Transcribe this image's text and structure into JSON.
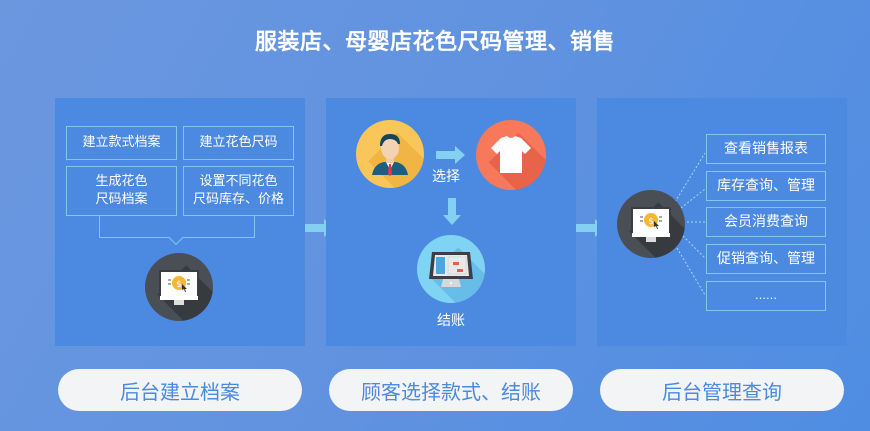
{
  "title": "服装店、母婴店花色尺码管理、销售",
  "colors": {
    "panel": "#4c89e1",
    "border": "#85c4ef",
    "arrow": "#83d0f2",
    "pill_bg": "#f3f4f6",
    "pill_text": "#4a8ae0"
  },
  "panel1": {
    "boxes": [
      {
        "label": "建立款式档案"
      },
      {
        "label": "建立花色尺码"
      },
      {
        "label": "生成花色\n尺码档案"
      },
      {
        "label": "设置不同花色\n尺码库存、价格"
      }
    ],
    "icon": "computer-coin-icon",
    "footer": "后台建立档案"
  },
  "panel2": {
    "customer_icon": "customer-icon",
    "shirt_icon": "tshirt-icon",
    "select_label": "选择",
    "pos_icon": "pos-terminal-icon",
    "checkout_label": "结账",
    "footer": "顾客选择款式、结账"
  },
  "panel3": {
    "icon": "computer-coin-icon",
    "items": [
      {
        "label": "查看销售报表"
      },
      {
        "label": "库存查询、管理"
      },
      {
        "label": "会员消费查询"
      },
      {
        "label": "促销查询、管理"
      },
      {
        "label": "……"
      }
    ],
    "footer": "后台管理查询"
  }
}
